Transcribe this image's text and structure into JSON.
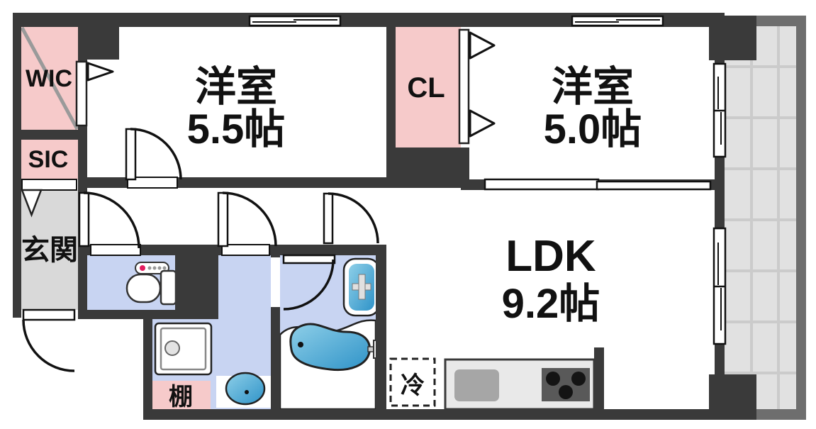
{
  "floorplan": {
    "title": "apartment-floor-plan",
    "rooms": {
      "wic": {
        "label": "WIC"
      },
      "sic": {
        "label": "SIC"
      },
      "genkan": {
        "label": "玄関"
      },
      "bedroom1": {
        "label": "洋室",
        "size": "5.5帖"
      },
      "closet": {
        "label": "CL"
      },
      "bedroom2": {
        "label": "洋室",
        "size": "5.0帖"
      },
      "ldk": {
        "label": "LDK",
        "size": "9.2帖"
      },
      "shelf": {
        "label": "棚"
      },
      "refrigerator": {
        "label": "冷"
      }
    },
    "colors": {
      "wall": "#3a3a3a",
      "closet_pink": "#f6caca",
      "entrance_gray": "#d9d9d9",
      "wet_area_blue": "#c8d4f2",
      "balcony_gray": "#e1e1e1",
      "balcony_border": "#6e6e6e",
      "fixture_blue_light": "#8ecfe8",
      "fixture_blue_dark": "#2f93c8",
      "counter_gray": "#e9e9e9",
      "sink_gray": "#a6a6a6",
      "stove_gray": "#595959",
      "toilet_button_red": "#e31c5f"
    }
  }
}
